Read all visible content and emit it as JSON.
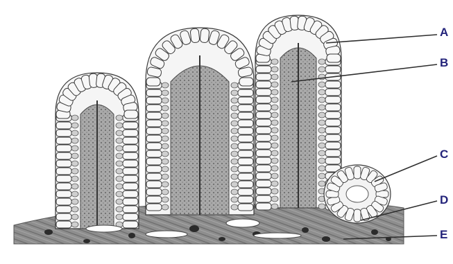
{
  "labels": {
    "a": "A",
    "b": "B",
    "c": "C",
    "d": "D",
    "e": "E"
  },
  "colors": {
    "ink": "#3a3a3a",
    "cell_fill": "#f7f7f7",
    "lamina": "#8a8a8a",
    "label": "#23237a",
    "leader": "#2e2e2e"
  }
}
